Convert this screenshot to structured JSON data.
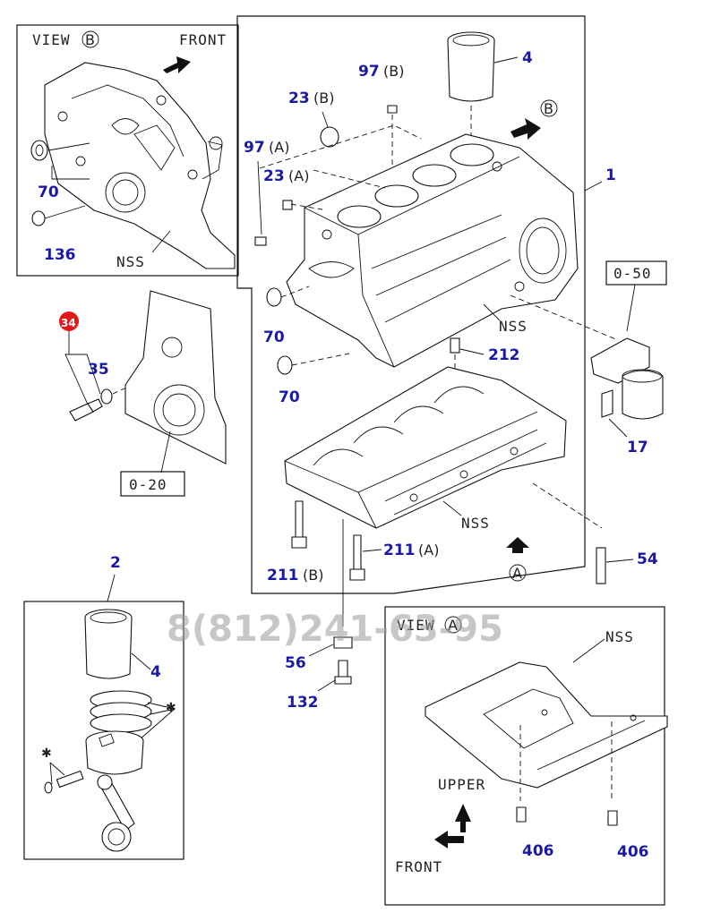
{
  "view_b": {
    "title": "VIEW",
    "letter": "B",
    "front": "FRONT",
    "nss": "NSS",
    "part_70": "70",
    "part_136": "136"
  },
  "main": {
    "p4": "4",
    "p97b": "97",
    "p97b_sub": "(B)",
    "p23b": "23",
    "p23b_sub": "(B)",
    "p97a": "97",
    "p97a_sub": "(A)",
    "p23a": "23",
    "p23a_sub": "(A)",
    "p1": "1",
    "ref_b": "B",
    "nss_upper": "NSS",
    "p70a": "70",
    "p70b": "70",
    "p212": "212",
    "nss_lower": "NSS",
    "p211a": "211",
    "p211a_sub": "(A)",
    "p211b": "211",
    "p211b_sub": "(B)",
    "ref_a": "A",
    "p54": "54"
  },
  "left": {
    "p34": "34",
    "p35": "35",
    "ref_o20": "0-20"
  },
  "right": {
    "ref_o50": "0-50",
    "p17": "17"
  },
  "piston": {
    "p2": "2",
    "p4": "4"
  },
  "bottom": {
    "p56": "56",
    "p132": "132"
  },
  "view_a": {
    "title": "VIEW",
    "letter": "A",
    "nss": "NSS",
    "upper": "UPPER",
    "front": "FRONT",
    "p406a": "406",
    "p406b": "406"
  },
  "watermark": "8(812)241-63-95",
  "colors": {
    "label_blue": "#1a1aa6",
    "badge_red": "#e01818",
    "line": "#111111"
  }
}
